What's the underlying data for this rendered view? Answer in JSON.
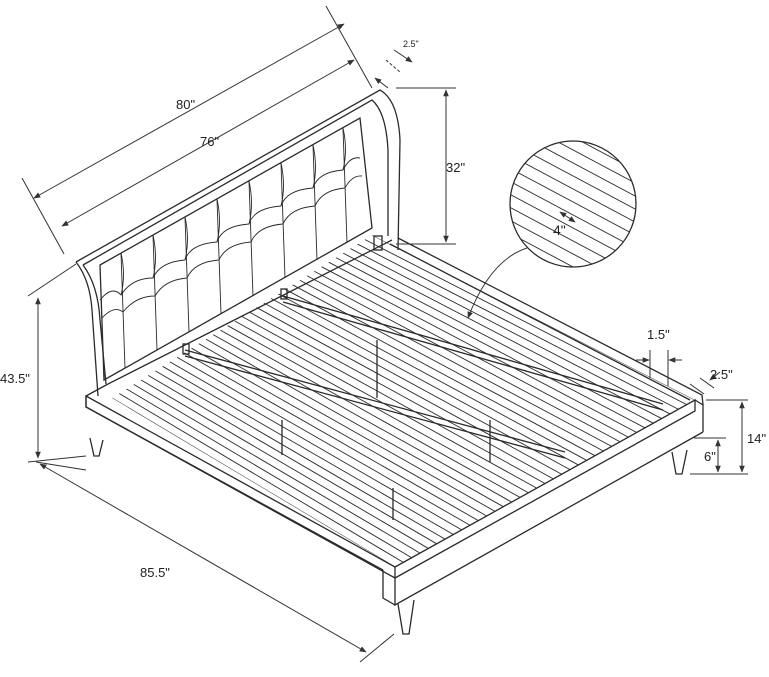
{
  "dimensions": {
    "overall_width": "80\"",
    "headboard_width": "76\"",
    "headboard_thickness": "2.5\"",
    "headboard_height": "32\"",
    "slat_width": "4\"",
    "total_height": "43.5\"",
    "length": "85.5\"",
    "rail_thickness": "1.5\"",
    "frame_thickness": "2.5\"",
    "frame_height": "14\"",
    "clearance": "6\""
  }
}
